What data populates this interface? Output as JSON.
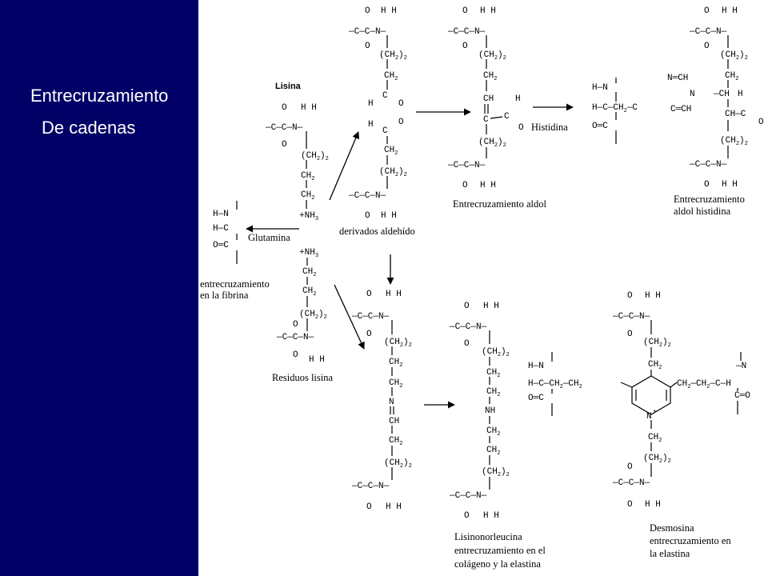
{
  "slide": {
    "title_line1": "Entrecruzamiento",
    "title_line2": "De cadenas"
  },
  "diagram": {
    "lysine_label": "Lisina",
    "aldehyde_caption": "derivados aldehído",
    "glutamine_label": "Glutamina",
    "fibrin_caption_1": "entrecruzamiento",
    "fibrin_caption_2": "en la fibrina",
    "lysine_residues_caption": "Residuos lisina",
    "aldol_caption": "Entrecruzamiento aldol",
    "histidine_label": "Histidina",
    "aldol_histidine_caption_1": "Entrecruzamiento",
    "aldol_histidine_caption_2": "aldol histidina",
    "lysinonorleucine_caption_1": "Lisinonorleucina",
    "lysinonorleucine_caption_2": "entrecruzamiento en el",
    "lysinonorleucine_caption_3": "colágeno y la elastina",
    "desmosine_caption_1": "Desmosina",
    "desmosine_caption_2": "entrecruzamiento en",
    "desmosine_caption_3": "la elastina"
  },
  "colors": {
    "sidebar_background": "#000066",
    "sidebar_text": "#ffffff",
    "diagram_background": "#ffffff"
  }
}
